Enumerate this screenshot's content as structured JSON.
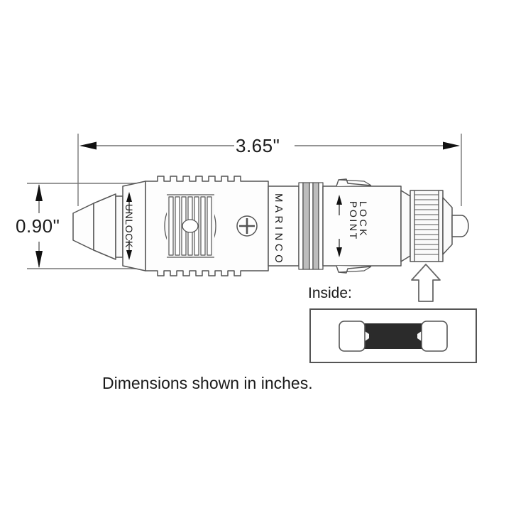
{
  "drawing": {
    "background_color": "#ffffff",
    "line_color": "#555555",
    "text_color": "#1a1a1a",
    "fill_light": "#f2f2f2",
    "fill_mid": "#bdbdbd",
    "fill_dark": "#2b2b2b"
  },
  "dimensions": {
    "length": {
      "value": "3.65\"",
      "orientation": "horizontal",
      "unit": "inches"
    },
    "height": {
      "value": "0.90\"",
      "orientation": "vertical",
      "unit": "inches"
    }
  },
  "labels": {
    "unlock": "UNLOCK",
    "brand": "MARINCO",
    "lock": "LOCK",
    "point": "POINT",
    "inside": "Inside:",
    "caption": "Dimensions shown in inches."
  },
  "icons": {
    "dim_arrow_left": "arrow-left-icon",
    "dim_arrow_right": "arrow-right-icon",
    "dim_arrow_up": "arrow-up-icon",
    "dim_arrow_down": "arrow-down-icon",
    "unlock_arrow_up": "arrow-up-icon",
    "unlock_arrow_down": "arrow-down-icon",
    "lock_arrow_up": "arrow-up-icon",
    "lock_arrow_down": "arrow-down-icon",
    "callout_arrow": "arrow-up-outline-icon"
  },
  "product": {
    "type": "12V plug connector cutaway drawing",
    "sections": [
      "nose-cone-tip",
      "unlock-collar",
      "ribbed-grip",
      "phillips-screw",
      "brand-barrel",
      "banded-collar",
      "lock-point-barrel",
      "knurled-end-cap",
      "center-pin"
    ]
  },
  "inside_detail": {
    "title": "Inside:",
    "component": "fuse",
    "box_border_color": "#555555"
  }
}
